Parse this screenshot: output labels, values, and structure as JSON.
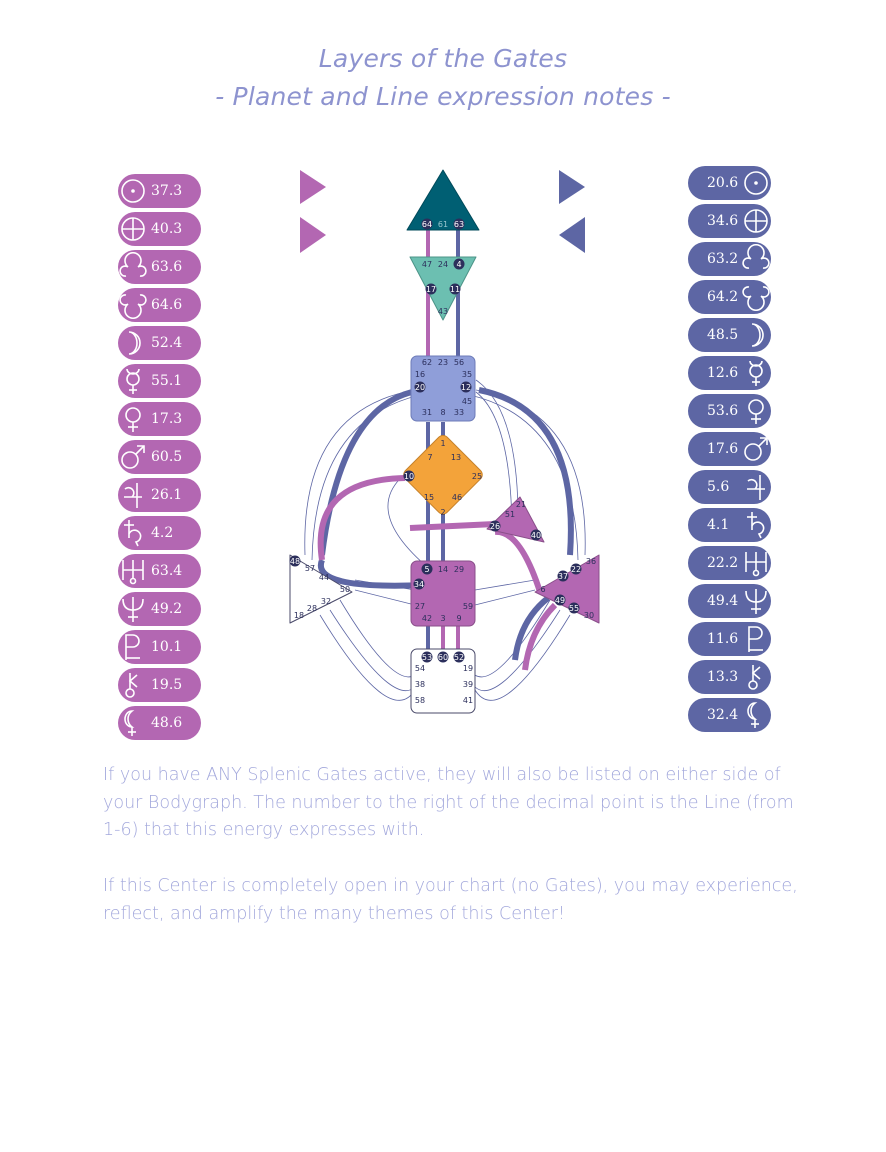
{
  "title": {
    "line1": "Layers of the Gates",
    "line2": "- Planet and Line expression notes -"
  },
  "design_column": [
    {
      "planet_icon": "sun-icon",
      "value": "37.3"
    },
    {
      "planet_icon": "earth-icon",
      "value": "40.3"
    },
    {
      "planet_icon": "north-node-icon",
      "value": "63.6"
    },
    {
      "planet_icon": "south-node-icon",
      "value": "64.6"
    },
    {
      "planet_icon": "moon-icon",
      "value": "52.4"
    },
    {
      "planet_icon": "mercury-icon",
      "value": "55.1"
    },
    {
      "planet_icon": "venus-icon",
      "value": "17.3"
    },
    {
      "planet_icon": "mars-icon",
      "value": "60.5"
    },
    {
      "planet_icon": "jupiter-icon",
      "value": "26.1"
    },
    {
      "planet_icon": "saturn-icon",
      "value": "4.2"
    },
    {
      "planet_icon": "uranus-icon",
      "value": "63.4"
    },
    {
      "planet_icon": "neptune-icon",
      "value": "49.2"
    },
    {
      "planet_icon": "pluto-icon",
      "value": "10.1"
    },
    {
      "planet_icon": "chiron-icon",
      "value": "19.5"
    },
    {
      "planet_icon": "lilith-icon",
      "value": "48.6"
    }
  ],
  "personality_column": [
    {
      "planet_icon": "sun-icon",
      "value": "20.6"
    },
    {
      "planet_icon": "earth-icon",
      "value": "34.6"
    },
    {
      "planet_icon": "north-node-icon",
      "value": "63.2"
    },
    {
      "planet_icon": "south-node-icon",
      "value": "64.2"
    },
    {
      "planet_icon": "moon-icon",
      "value": "48.5"
    },
    {
      "planet_icon": "mercury-icon",
      "value": "12.6"
    },
    {
      "planet_icon": "venus-icon",
      "value": "53.6"
    },
    {
      "planet_icon": "mars-icon",
      "value": "17.6"
    },
    {
      "planet_icon": "jupiter-icon",
      "value": "5.6"
    },
    {
      "planet_icon": "saturn-icon",
      "value": "4.1"
    },
    {
      "planet_icon": "uranus-icon",
      "value": "22.2"
    },
    {
      "planet_icon": "neptune-icon",
      "value": "49.4"
    },
    {
      "planet_icon": "pluto-icon",
      "value": "11.6"
    },
    {
      "planet_icon": "chiron-icon",
      "value": "13.3"
    },
    {
      "planet_icon": "lilith-icon",
      "value": "32.4"
    }
  ],
  "colors": {
    "design": "#b367b2",
    "personality": "#5d66a4",
    "head": "#005f73",
    "ajna": "#6cbfb1",
    "throat": "#8f9ed9",
    "g_center": "#f3a33a",
    "heart": "#b367b2",
    "sacral": "#b367b2",
    "spleen_root_open": "#ffffff",
    "text": "#a3a8dc"
  },
  "gates": {
    "head": [
      "64",
      "61",
      "63"
    ],
    "ajna": [
      "47",
      "24",
      "4",
      "17",
      "11",
      "43"
    ],
    "throat": [
      "62",
      "23",
      "56",
      "16",
      "35",
      "20",
      "12",
      "45",
      "31",
      "8",
      "33"
    ],
    "g": [
      "1",
      "7",
      "13",
      "10",
      "25",
      "15",
      "46",
      "2"
    ],
    "heart": [
      "21",
      "51",
      "26",
      "40"
    ],
    "spleen": [
      "48",
      "57",
      "44",
      "50",
      "32",
      "28",
      "18"
    ],
    "sacral": [
      "5",
      "14",
      "29",
      "34",
      "27",
      "59",
      "42",
      "3",
      "9"
    ],
    "solar_plexus": [
      "36",
      "22",
      "37",
      "6",
      "49",
      "55",
      "30"
    ],
    "root": [
      "53",
      "60",
      "52",
      "54",
      "19",
      "38",
      "39",
      "58",
      "41"
    ]
  },
  "paragraphs": {
    "p1": "If you have ANY Splenic Gates active, they will also be listed on either side of your Bodygraph. The number to the right of the decimal point is the Line (from 1-6) that this energy expresses with.",
    "p2": "If this Center is completely open in your chart (no Gates), you may experience, reflect, and amplify the many themes of this Center!"
  }
}
